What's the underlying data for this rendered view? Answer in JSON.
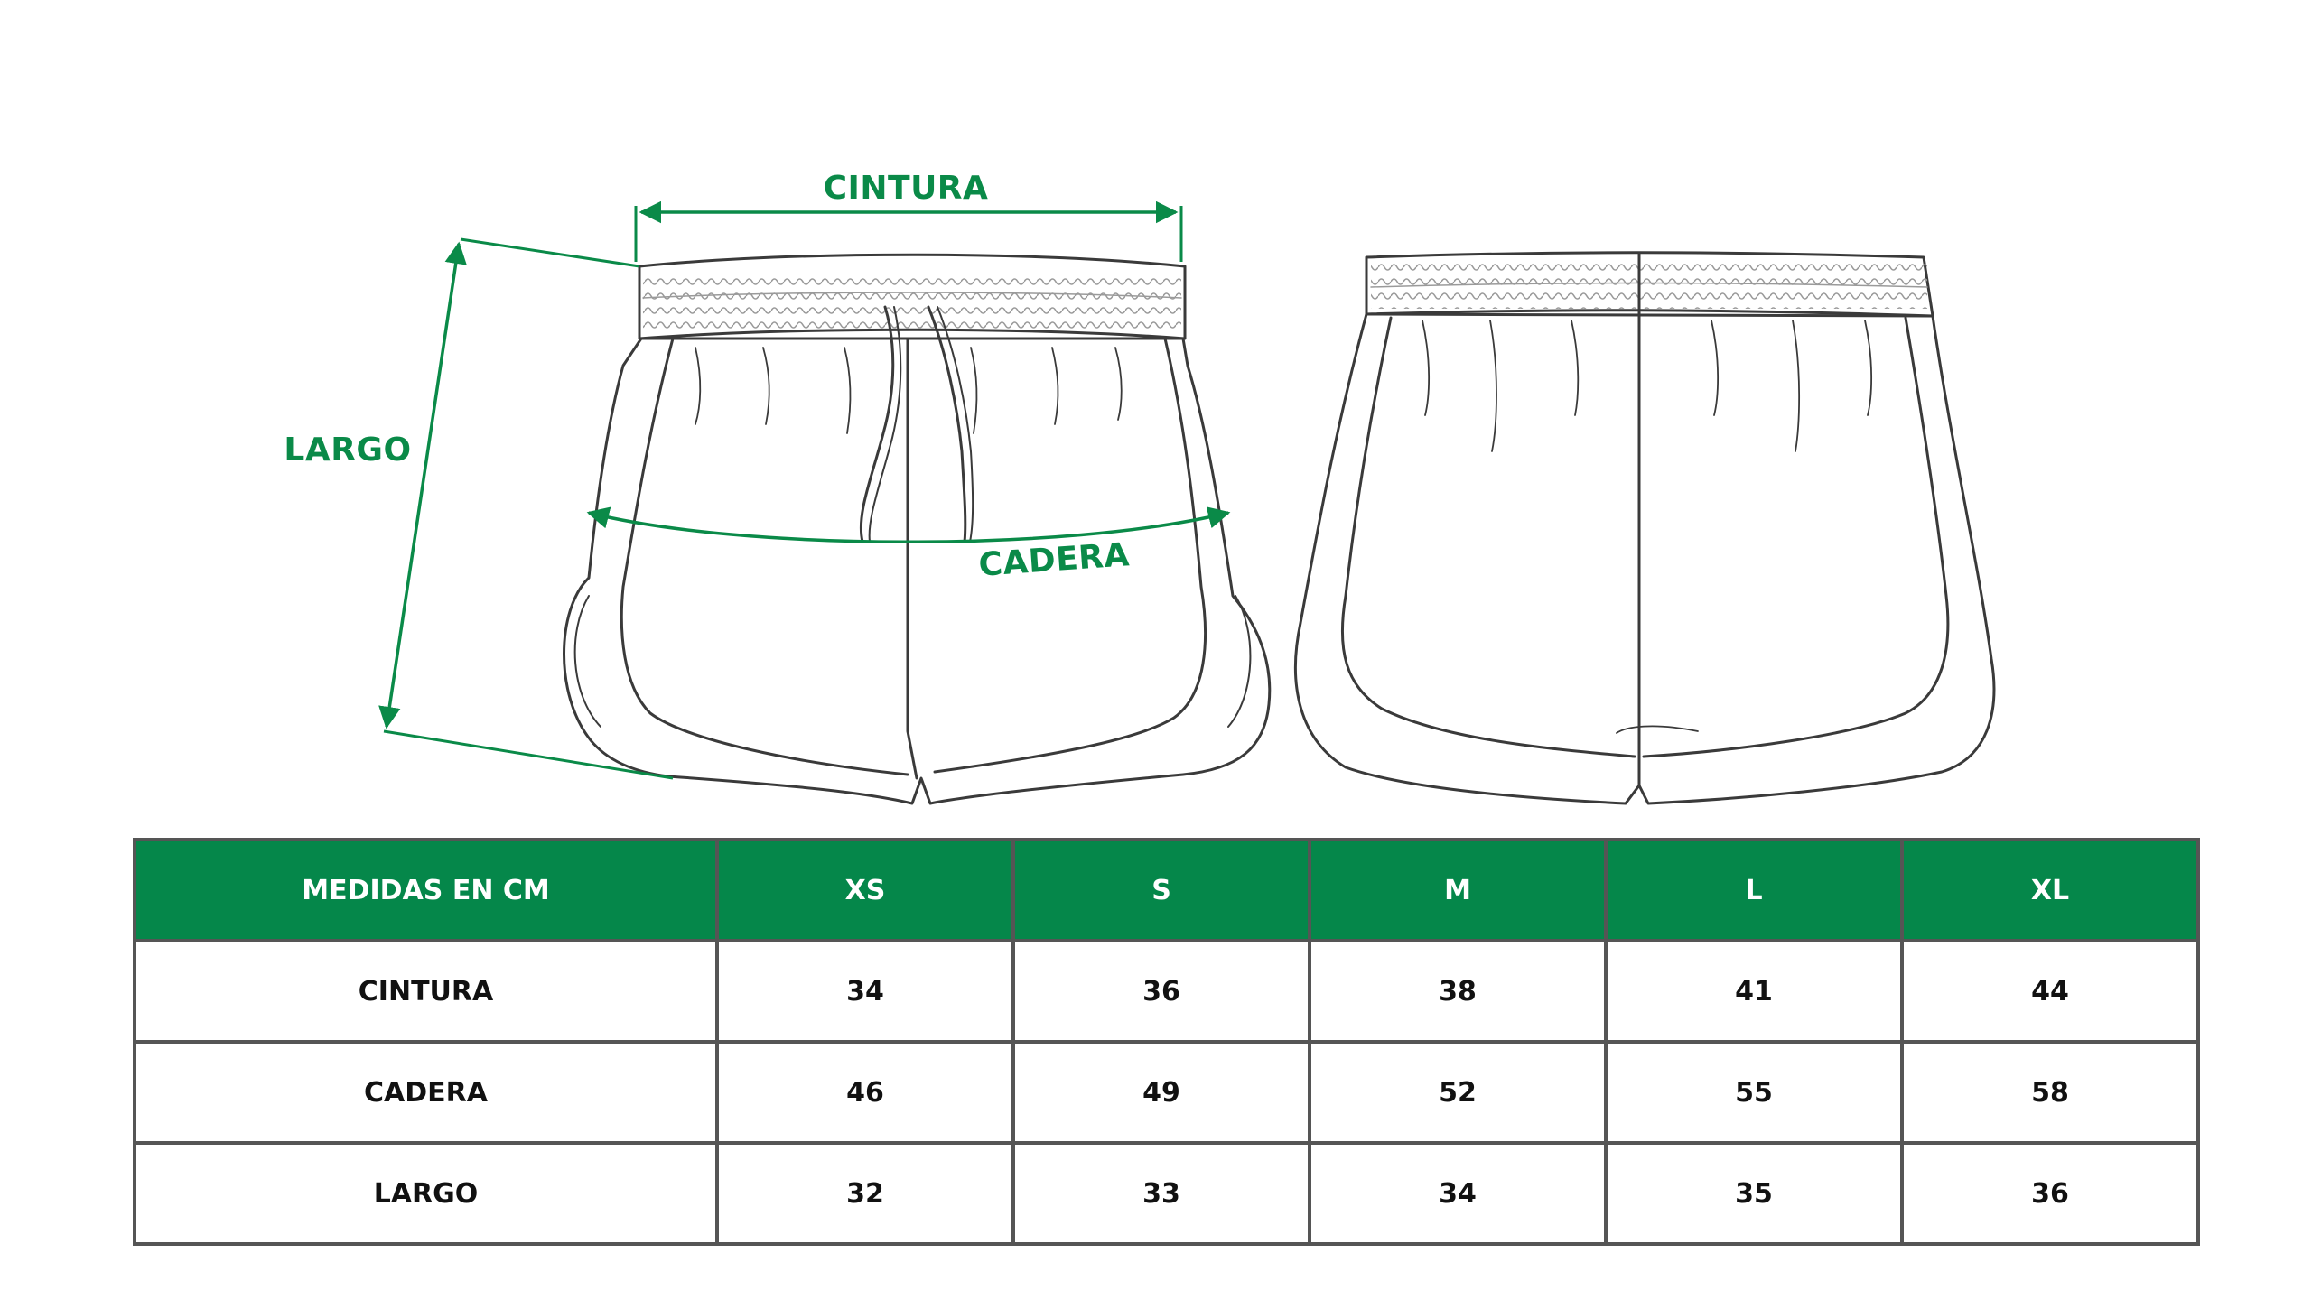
{
  "diagram": {
    "labels": {
      "cintura": "CINTURA",
      "largo": "LARGO",
      "cadera": "CADERA"
    },
    "accent_color": "#0a8a48",
    "line_color": "#3a3a3a"
  },
  "table": {
    "header": [
      "MEDIDAS EN CM",
      "XS",
      "S",
      "M",
      "L",
      "XL"
    ],
    "rows": [
      {
        "label": "CINTURA",
        "values": [
          "34",
          "36",
          "38",
          "41",
          "44"
        ]
      },
      {
        "label": "CADERA",
        "values": [
          "46",
          "49",
          "52",
          "55",
          "58"
        ]
      },
      {
        "label": "LARGO",
        "values": [
          "32",
          "33",
          "34",
          "35",
          "36"
        ]
      }
    ],
    "header_color": "#05874a",
    "border_color": "#555555"
  }
}
